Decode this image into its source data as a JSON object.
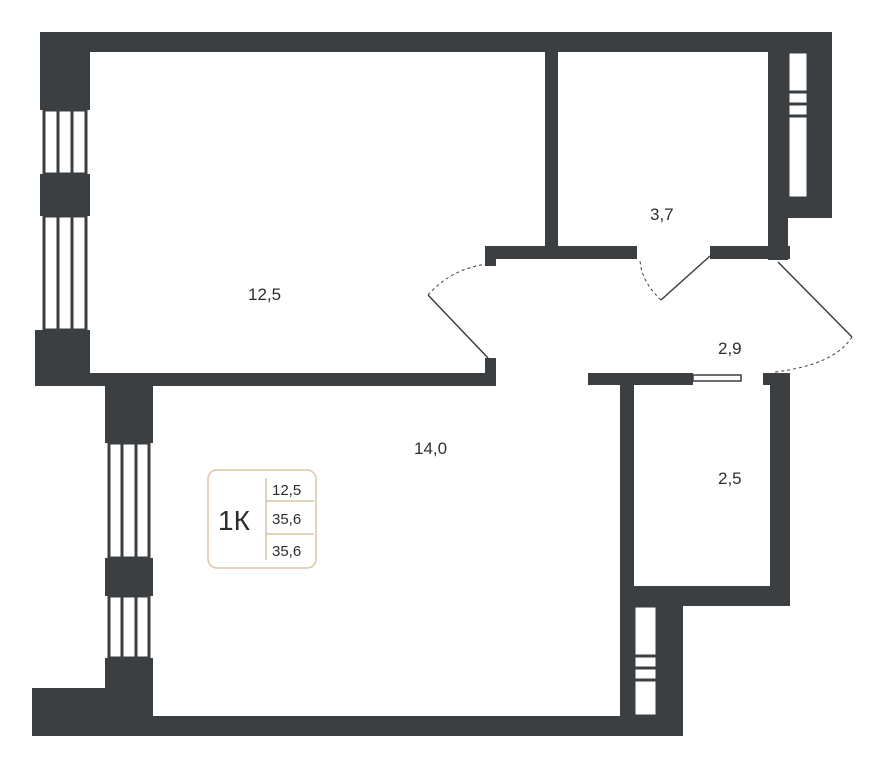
{
  "rooms": {
    "room_1": "12,5",
    "room_2": "3,7",
    "room_3": "2,9",
    "room_4": "14,0",
    "room_5": "2,5"
  },
  "badge": {
    "type": "1К",
    "values": [
      "12,5",
      "35,6",
      "35,6"
    ]
  },
  "colors": {
    "wall": "#3b3f42",
    "badge_border": "#d9c6a3"
  }
}
